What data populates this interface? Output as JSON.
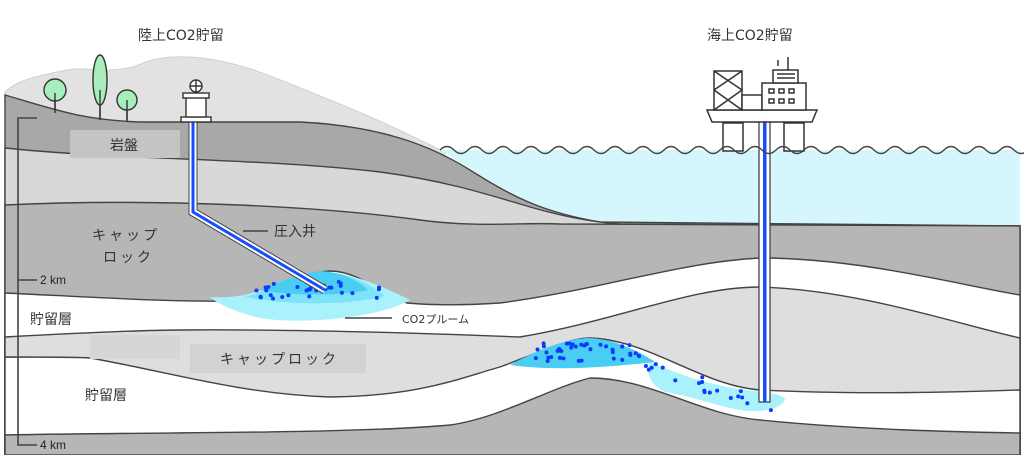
{
  "titles": {
    "onshore": "陸上CO2貯留",
    "offshore": "海上CO2貯留"
  },
  "labels": {
    "bedrock": "岩盤",
    "caprock_upper_line1": "キャップ",
    "caprock_upper_line2": "ロック",
    "injection_well": "圧入井",
    "reservoir_upper": "貯留層",
    "co2_plume": "CO2プルーム",
    "caprock_lower": "キャップロック",
    "reservoir_lower": "貯留層"
  },
  "depth_scale": {
    "mid": "2 km",
    "bottom": "4 km"
  },
  "colors": {
    "sea": "#d4f6fc",
    "plume_outer": "#a9f2fc",
    "plume_inner": "#49cdf2",
    "co2_dot": "#0a3cff",
    "pipe": "#1a4cff",
    "tree": "#a8eebd"
  }
}
